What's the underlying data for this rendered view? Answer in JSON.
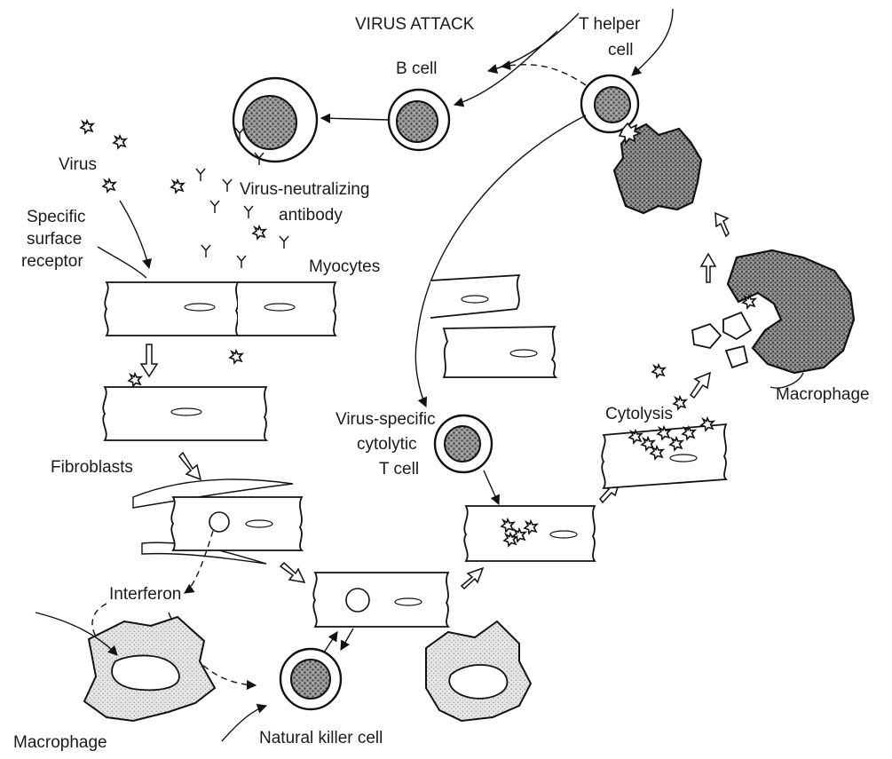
{
  "title": "VIRUS ATTACK",
  "labels": {
    "t_helper_line1": "T helper",
    "t_helper_line2": "cell",
    "b_cell": "B cell",
    "virus": "Virus",
    "antibody_line1": "Virus-neutralizing",
    "antibody_line2": "antibody",
    "receptor_line1": "Specific",
    "receptor_line2": "surface",
    "receptor_line3": "receptor",
    "myocytes": "Myocytes",
    "fibroblasts": "Fibroblasts",
    "interferon": "Interferon",
    "macrophage_left": "Macrophage",
    "natural_killer": "Natural killer cell",
    "ctl_line1": "Virus-specific",
    "ctl_line2": "cytolytic",
    "ctl_line3": "T cell",
    "cytolysis": "Cytolysis",
    "macrophage_right": "Macrophage"
  }
}
